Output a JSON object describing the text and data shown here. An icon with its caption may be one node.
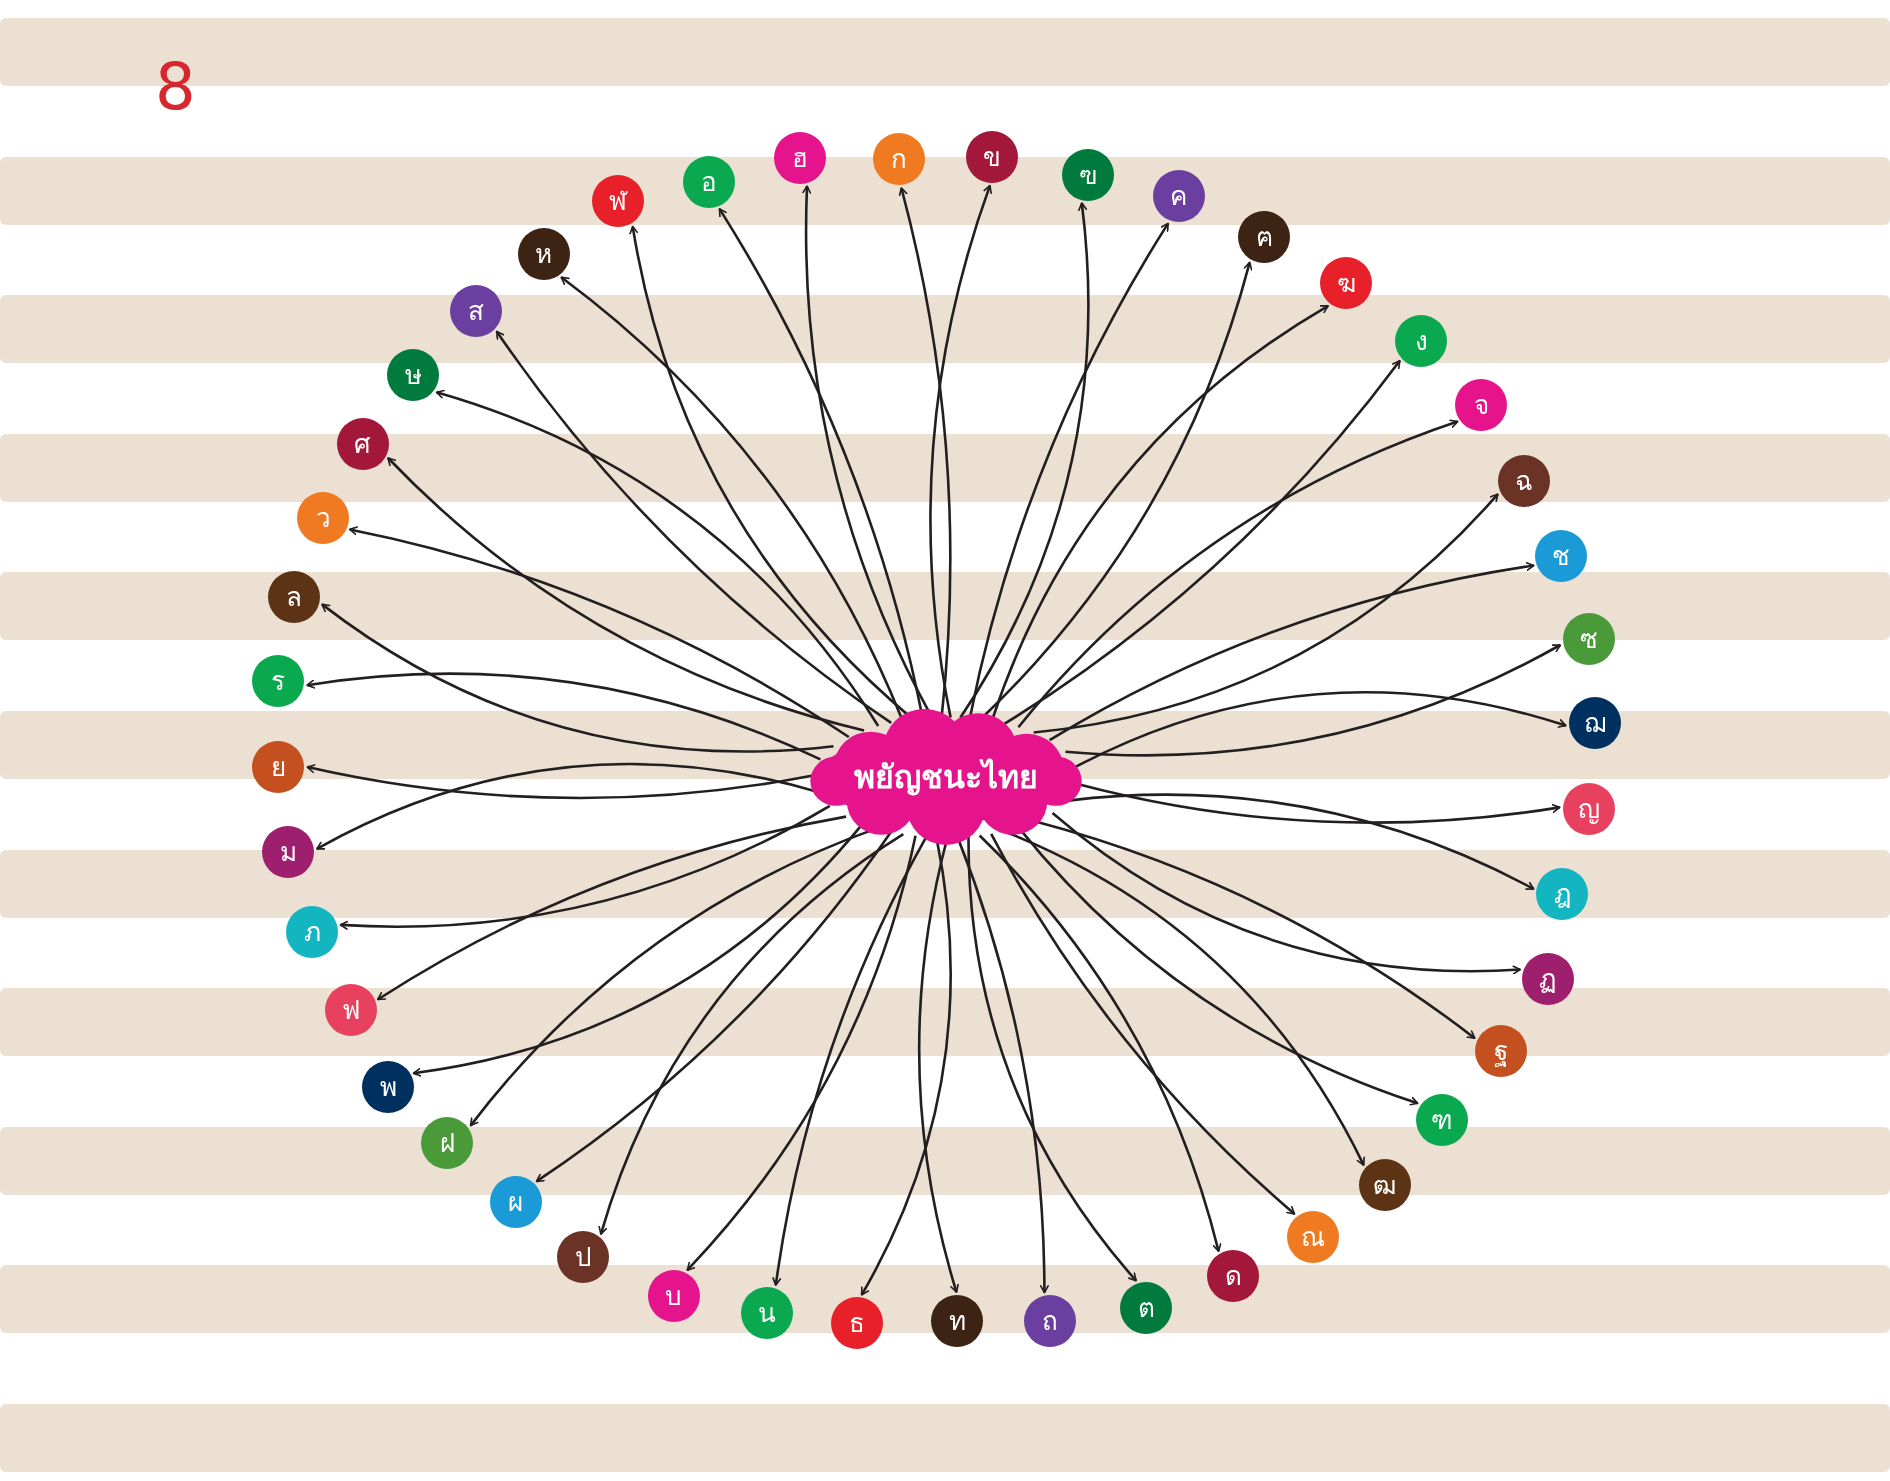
{
  "diagram": {
    "nodes": [
      {
        "text": [
          "พยัญชนะไทย"
        ]
      },
      {
        "text": [
          "ก"
        ]
      },
      {
        "text": [
          "ข"
        ]
      },
      {
        "text": [
          "ฃ"
        ]
      },
      {
        "text": [
          "ค"
        ]
      },
      {
        "text": [
          "ฅ"
        ]
      },
      {
        "text": [
          "ฆ"
        ]
      },
      {
        "text": [
          "ง"
        ]
      },
      {
        "text": [
          "จ"
        ]
      },
      {
        "text": [
          "ฉ"
        ]
      },
      {
        "text": [
          "ช"
        ]
      },
      {
        "text": [
          "ซ"
        ]
      },
      {
        "text": [
          "ฌ"
        ]
      },
      {
        "text": [
          "ญ"
        ]
      },
      {
        "text": [
          "ฎ"
        ]
      },
      {
        "text": [
          "ฏ"
        ]
      },
      {
        "text": [
          "ฐ"
        ]
      },
      {
        "text": [
          "ฑ"
        ]
      },
      {
        "text": [
          "ฒ"
        ]
      },
      {
        "text": [
          "ณ"
        ]
      },
      {
        "text": [
          "ด"
        ]
      },
      {
        "text": [
          "ต"
        ]
      },
      {
        "text": [
          "ถ"
        ]
      },
      {
        "text": [
          "ท"
        ]
      },
      {
        "text": [
          "ธ"
        ]
      },
      {
        "text": [
          "น"
        ]
      },
      {
        "text": [
          "บ"
        ]
      },
      {
        "text": [
          "ป"
        ]
      },
      {
        "text": [
          "ผ"
        ]
      },
      {
        "text": [
          "ฝ"
        ]
      },
      {
        "text": [
          "พ"
        ]
      },
      {
        "text": [
          "ฟ"
        ]
      },
      {
        "text": [
          "ภ"
        ]
      },
      {
        "text": [
          "ม"
        ]
      },
      {
        "text": [
          "ย"
        ]
      },
      {
        "text": [
          "ร"
        ]
      },
      {
        "text": [
          "ล"
        ]
      },
      {
        "text": [
          "ว"
        ]
      },
      {
        "text": [
          "ศ"
        ]
      },
      {
        "text": [
          "ษ"
        ]
      },
      {
        "text": [
          "ส"
        ]
      },
      {
        "text": [
          "ห"
        ]
      },
      {
        "text": [
          "ฬ"
        ]
      },
      {
        "text": [
          "อ"
        ]
      },
      {
        "text": [
          "ฮ"
        ]
      }
    ],
    "edges": [
      {
        "from": 0,
        "to": 1,
        "arrow": "to"
      },
      {
        "from": 0,
        "to": 2,
        "arrow": "to"
      },
      {
        "from": 0,
        "to": 3,
        "arrow": "to"
      },
      {
        "from": 0,
        "to": 4,
        "arrow": "to"
      },
      {
        "from": 0,
        "to": 5,
        "arrow": "to"
      },
      {
        "from": 0,
        "to": 6,
        "arrow": "to"
      },
      {
        "from": 0,
        "to": 7,
        "arrow": "to"
      },
      {
        "from": 0,
        "to": 8,
        "arrow": "to"
      },
      {
        "from": 0,
        "to": 9,
        "arrow": "to"
      },
      {
        "from": 0,
        "to": 10,
        "arrow": "to"
      },
      {
        "from": 0,
        "to": 11,
        "arrow": "to"
      },
      {
        "from": 0,
        "to": 12,
        "arrow": "to"
      },
      {
        "from": 0,
        "to": 13,
        "arrow": "to"
      },
      {
        "from": 0,
        "to": 14,
        "arrow": "to"
      },
      {
        "from": 0,
        "to": 15,
        "arrow": "to"
      },
      {
        "from": 0,
        "to": 16,
        "arrow": "to"
      },
      {
        "from": 0,
        "to": 17,
        "arrow": "to"
      },
      {
        "from": 0,
        "to": 18,
        "arrow": "to"
      },
      {
        "from": 0,
        "to": 19,
        "arrow": "to"
      },
      {
        "from": 0,
        "to": 20,
        "arrow": "to"
      },
      {
        "from": 0,
        "to": 21,
        "arrow": "to"
      },
      {
        "from": 0,
        "to": 22,
        "arrow": "to"
      },
      {
        "from": 0,
        "to": 23,
        "arrow": "to"
      },
      {
        "from": 0,
        "to": 24,
        "arrow": "to"
      },
      {
        "from": 0,
        "to": 25,
        "arrow": "to"
      },
      {
        "from": 0,
        "to": 26,
        "arrow": "to"
      },
      {
        "from": 0,
        "to": 27,
        "arrow": "to"
      },
      {
        "from": 0,
        "to": 28,
        "arrow": "to"
      },
      {
        "from": 0,
        "to": 29,
        "arrow": "to"
      },
      {
        "from": 0,
        "to": 30,
        "arrow": "to"
      },
      {
        "from": 0,
        "to": 31,
        "arrow": "to"
      },
      {
        "from": 0,
        "to": 32,
        "arrow": "to"
      },
      {
        "from": 0,
        "to": 33,
        "arrow": "to"
      },
      {
        "from": 0,
        "to": 34,
        "arrow": "to"
      },
      {
        "from": 0,
        "to": 35,
        "arrow": "to"
      },
      {
        "from": 0,
        "to": 36,
        "arrow": "to"
      },
      {
        "from": 0,
        "to": 37,
        "arrow": "to"
      },
      {
        "from": 0,
        "to": 38,
        "arrow": "to"
      },
      {
        "from": 0,
        "to": 39,
        "arrow": "to"
      },
      {
        "from": 0,
        "to": 40,
        "arrow": "to"
      },
      {
        "from": 0,
        "to": 41,
        "arrow": "to"
      },
      {
        "from": 0,
        "to": 42,
        "arrow": "to"
      },
      {
        "from": 0,
        "to": 43,
        "arrow": "to"
      },
      {
        "from": 0,
        "to": 44,
        "arrow": "to"
      }
    ],
    "labels": [
      "8"
    ]
  }
}
